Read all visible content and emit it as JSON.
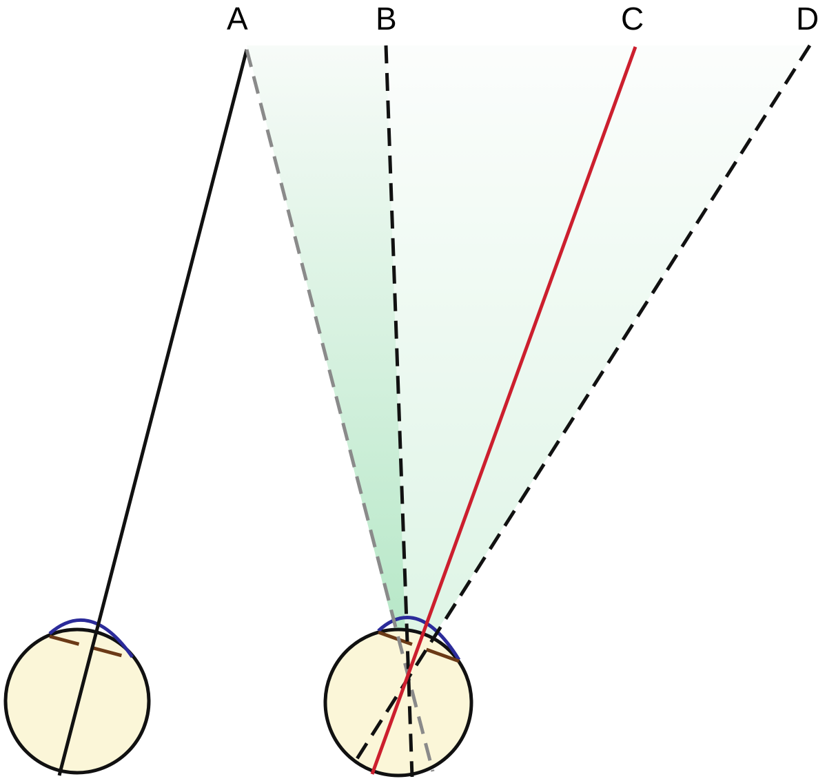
{
  "labels": {
    "a": "A",
    "b": "B",
    "c": "C",
    "d": "D"
  },
  "colors": {
    "eyeball_fill": "#fbf6d8",
    "cornea": "#2b2b9a",
    "iris": "#6b3a17",
    "visual_axis": "#cc1f2e",
    "shading_light": "#f7fbf8",
    "shading_dark": "#b2e6c4",
    "line": "#111111",
    "dashed_gray": "#8a8a8a"
  }
}
